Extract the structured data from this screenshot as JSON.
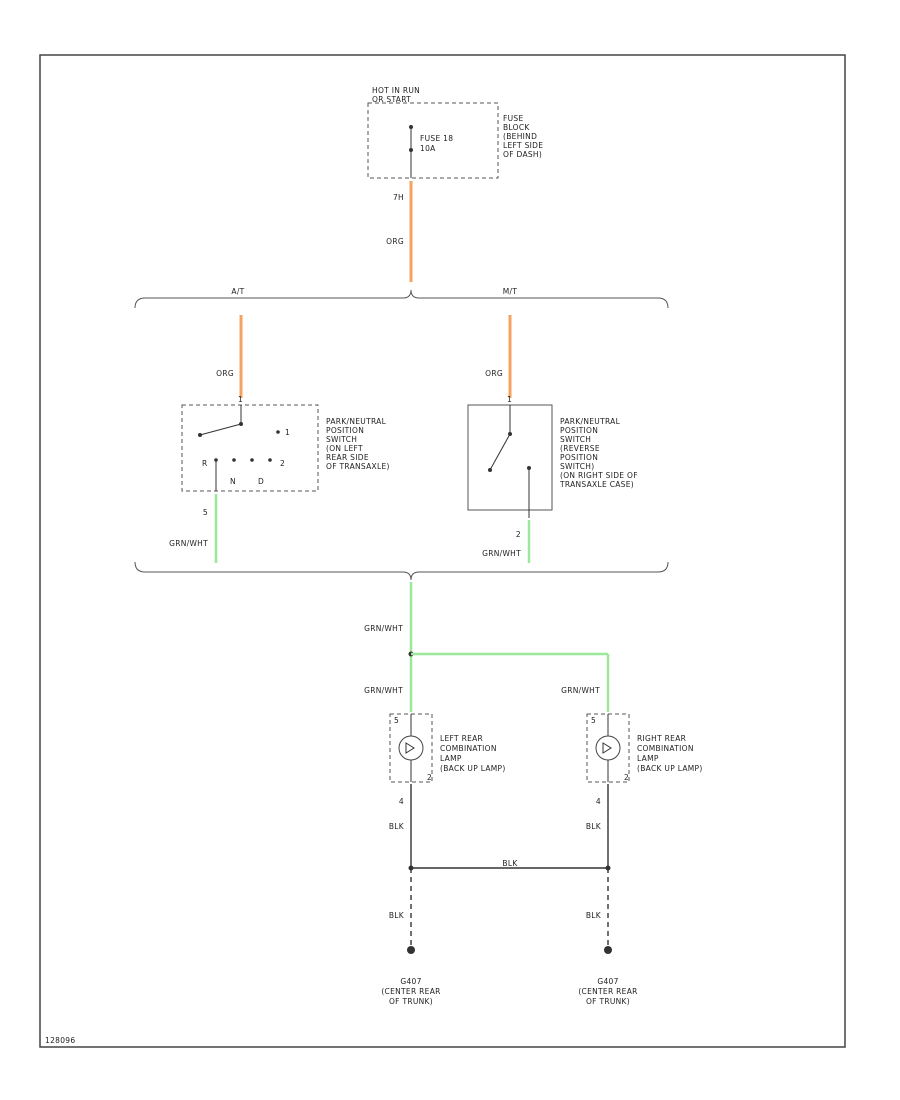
{
  "fuse_block": {
    "hot_label_1": "HOT IN RUN",
    "hot_label_2": "OR START",
    "fuse": "FUSE 18",
    "amps": "10A",
    "location": [
      "FUSE",
      "BLOCK",
      "(BEHIND",
      "LEFT SIDE",
      "OF DASH)"
    ],
    "pin": "7H",
    "wire": "ORG"
  },
  "branch": {
    "left": "A/T",
    "right": "M/T"
  },
  "at_switch": {
    "wire": "ORG",
    "lines": [
      "PARK/NEUTRAL",
      "POSITION",
      "SWITCH",
      "(ON LEFT",
      "REAR SIDE",
      "OF TRANSAXLE)"
    ],
    "pin_top": "1",
    "pin_r": "1",
    "pin_l": "R",
    "pin_2": "2",
    "pin_n": "N",
    "pin_d": "D",
    "pin_out": "5",
    "out_wire": "GRN/WHT"
  },
  "mt_switch": {
    "wire": "ORG",
    "lines": [
      "PARK/NEUTRAL",
      "POSITION",
      "SWITCH",
      "(REVERSE",
      "POSITION",
      "SWITCH)",
      "(ON RIGHT SIDE OF",
      "TRANSAXLE CASE)"
    ],
    "pin_top": "1",
    "pin_out": "2",
    "out_wire": "GRN/WHT"
  },
  "trunk_wires": {
    "main": "GRN/WHT",
    "left": "GRN/WHT",
    "right": "GRN/WHT"
  },
  "left_lamp": {
    "lines": [
      "LEFT REAR",
      "COMBINATION",
      "LAMP",
      "(BACK UP LAMP)"
    ],
    "pin_top": "5",
    "pin_bot": "2",
    "pin_out": "4",
    "wire": "BLK"
  },
  "right_lamp": {
    "lines": [
      "RIGHT REAR",
      "COMBINATION",
      "LAMP",
      "(BACK UP LAMP)"
    ],
    "pin_top": "5",
    "pin_bot": "2",
    "pin_out": "4",
    "wire": "BLK"
  },
  "ground": {
    "cross_wire": "BLK",
    "left_wire": "BLK",
    "right_wire": "BLK",
    "left": [
      "G407",
      "(CENTER REAR",
      "OF TRUNK)"
    ],
    "right": [
      "G407",
      "(CENTER REAR",
      "OF TRUNK)"
    ]
  },
  "diagram_id": "128096",
  "colors": {
    "org": "#f4a460",
    "grn": "#9be89b",
    "blk": "#333333"
  }
}
